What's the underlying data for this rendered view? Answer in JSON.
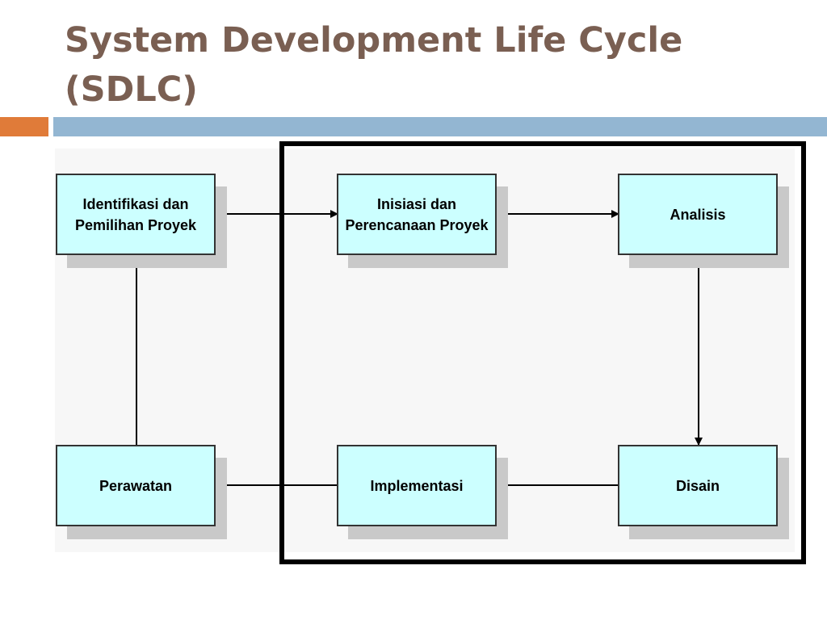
{
  "slide": {
    "title_line1": "System Development Life Cycle",
    "title_line2": "(SDLC)"
  },
  "colors": {
    "title": "#7a5f52",
    "accent_orange": "#e07b39",
    "accent_blue": "#93b6d2",
    "box_fill": "#ccffff",
    "frame": "#000000"
  },
  "phases": {
    "identifikasi": "Identifikasi dan\nPemilihan Proyek",
    "inisiasi": "Inisiasi dan\nPerencanaan Proyek",
    "analisis": "Analisis",
    "disain": "Disain",
    "implementasi": "Implementasi",
    "perawatan": "Perawatan"
  }
}
